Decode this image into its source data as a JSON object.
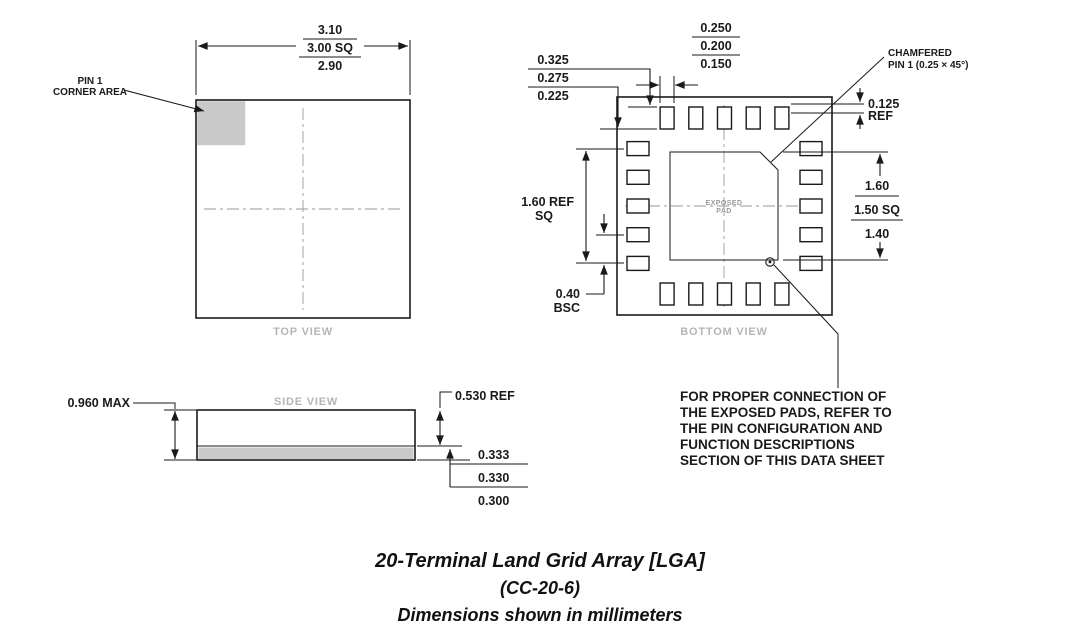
{
  "colors": {
    "ink": "#1a1a1a",
    "shade": "#c9c9c9",
    "muted_label": "#b5b5b5",
    "background": "#ffffff"
  },
  "top_view": {
    "view_label": "TOP VIEW",
    "pin1_note": [
      "PIN 1",
      "CORNER AREA"
    ],
    "size_dim": [
      "3.10",
      "3.00 SQ",
      "2.90"
    ]
  },
  "bottom_view": {
    "view_label": "BOTTOM VIEW",
    "terminals_per_side": 5,
    "pad_width_dim": [
      "0.250",
      "0.200",
      "0.150"
    ],
    "pad_length_dim": [
      "0.325",
      "0.275",
      "0.225"
    ],
    "chamfer_note": [
      "CHAMFERED",
      "PIN 1 (0.25 × 45°)"
    ],
    "edge_pad_dim": [
      "0.125",
      "REF"
    ],
    "exposed_pad_size_dim": [
      "1.60",
      "1.50 SQ",
      "1.40"
    ],
    "pad_array_dim": [
      "1.60 REF",
      "SQ"
    ],
    "pitch_dim": [
      "0.40",
      "BSC"
    ],
    "exposed_pad_label": [
      "EXPOSED",
      "PAD"
    ]
  },
  "side_view": {
    "view_label": "SIDE VIEW",
    "overall_height_dim": "0.960 MAX",
    "body_height_dim": "0.530 REF",
    "terminal_thickness_dim": [
      "0.333",
      "0.330",
      "0.300"
    ]
  },
  "note": {
    "lines": [
      "FOR PROPER CONNECTION OF",
      "THE EXPOSED PADS, REFER TO",
      "THE PIN CONFIGURATION AND",
      "FUNCTION DESCRIPTIONS",
      "SECTION OF THIS DATA SHEET"
    ]
  },
  "caption": {
    "title": "20-Terminal Land Grid Array [LGA]",
    "package_code": "(CC-20-6)",
    "units_note": "Dimensions shown in millimeters"
  }
}
